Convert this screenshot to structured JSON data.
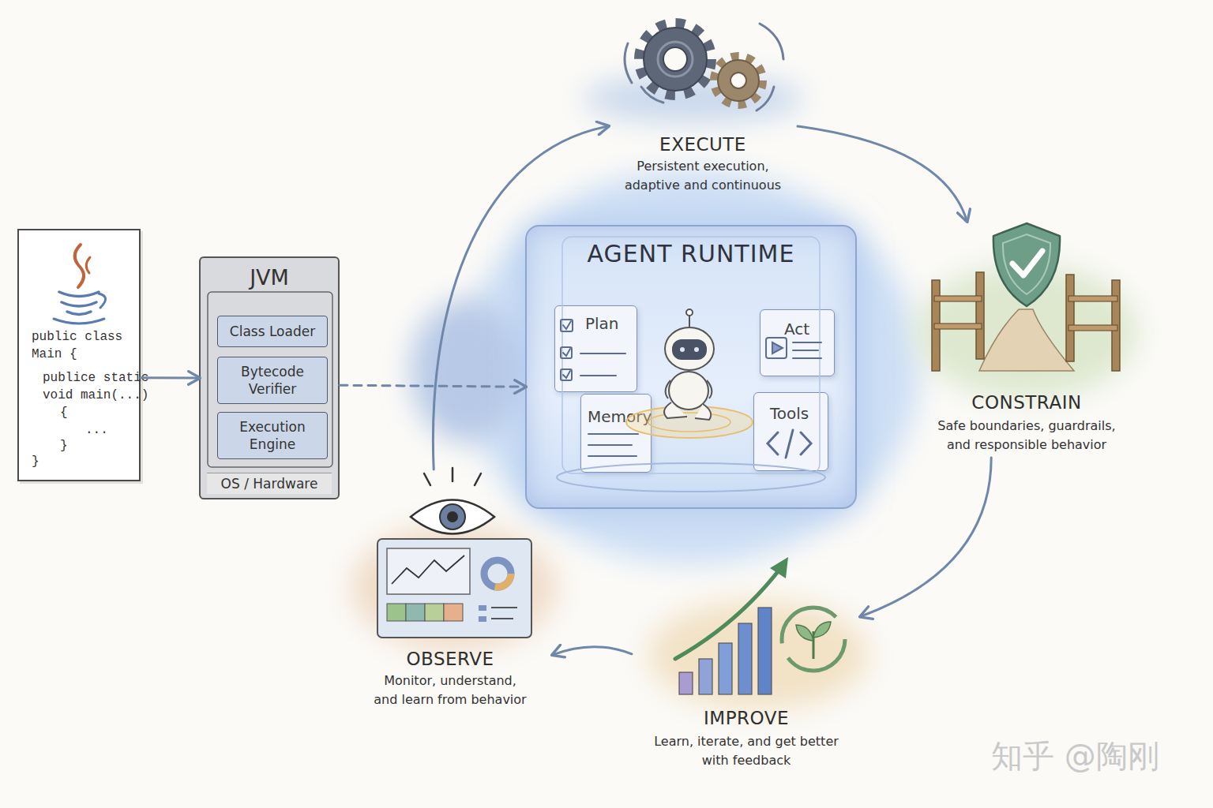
{
  "diagram": {
    "nodes": [
      {
        "text": [
          "public class Main {",
          "publice static void main(...)",
          "{",
          "...",
          "}",
          "}"
        ]
      },
      {
        "text": [
          "JVM",
          "OS / Hardware"
        ]
      },
      {
        "text": [
          "Class Loader"
        ],
        "in": 1
      },
      {
        "text": [
          "Bytecode Verifier"
        ],
        "in": 1
      },
      {
        "text": [
          "Execution Engine"
        ],
        "in": 1
      },
      {
        "text": [
          "AGENT RUNTIME"
        ]
      },
      {
        "text": [
          "Plan"
        ],
        "in": 5
      },
      {
        "text": [
          "Act"
        ],
        "in": 5
      },
      {
        "text": [
          "Memory"
        ],
        "in": 5
      },
      {
        "text": [
          "Tools"
        ],
        "in": 5
      },
      {
        "text": [
          "EXECUTE",
          "Persistent execution, adaptive and continuous"
        ]
      },
      {
        "text": [
          "CONSTRAIN",
          "Safe boundaries, guardrails, and responsible behavior"
        ]
      },
      {
        "text": [
          "IMPROVE",
          "Learn, iterate, and get better with feedback"
        ]
      },
      {
        "text": [
          "OBSERVE",
          "Monitor, understand, and learn from behavior"
        ]
      }
    ],
    "edges": [
      {
        "from": 0,
        "to": 1,
        "arrow": "to"
      },
      {
        "from": 1,
        "to": 5,
        "arrow": "to"
      },
      {
        "from": 10,
        "to": 11,
        "arrow": "to"
      },
      {
        "from": 11,
        "to": 12,
        "arrow": "to"
      },
      {
        "from": 12,
        "to": 13,
        "arrow": "to"
      },
      {
        "from": 13,
        "to": 10,
        "arrow": "to"
      }
    ],
    "labels": [
      "知乎 @陶刚"
    ]
  }
}
